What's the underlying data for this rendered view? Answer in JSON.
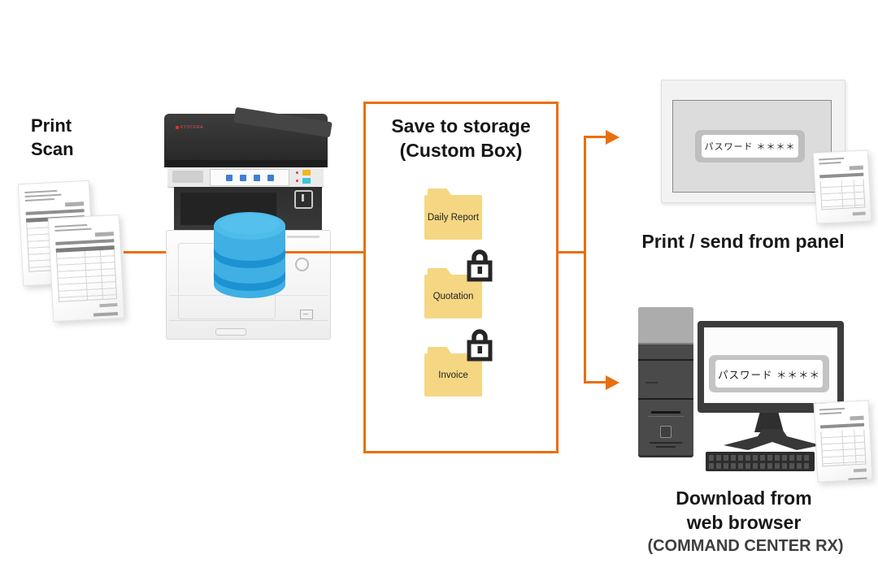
{
  "colors": {
    "accent": "#e96f0e",
    "folder": "#f5d783"
  },
  "source": {
    "label_line1": "Print",
    "label_line2": "Scan"
  },
  "printer": {
    "brand": "KYOCERA"
  },
  "storage_box": {
    "title_line1": "Save to storage",
    "title_line2": "(Custom Box)",
    "folders": [
      {
        "label": "Daily Report",
        "locked": false
      },
      {
        "label": "Quotation",
        "locked": true
      },
      {
        "label": "Invoice",
        "locked": true
      }
    ]
  },
  "panel_flow": {
    "password": "パスワード ＊＊＊＊",
    "caption": "Print / send from panel"
  },
  "browser_flow": {
    "password": "パスワード ＊＊＊＊",
    "caption_line1": "Download from",
    "caption_line2": "web browser",
    "subcaption": "(COMMAND CENTER RX)"
  }
}
